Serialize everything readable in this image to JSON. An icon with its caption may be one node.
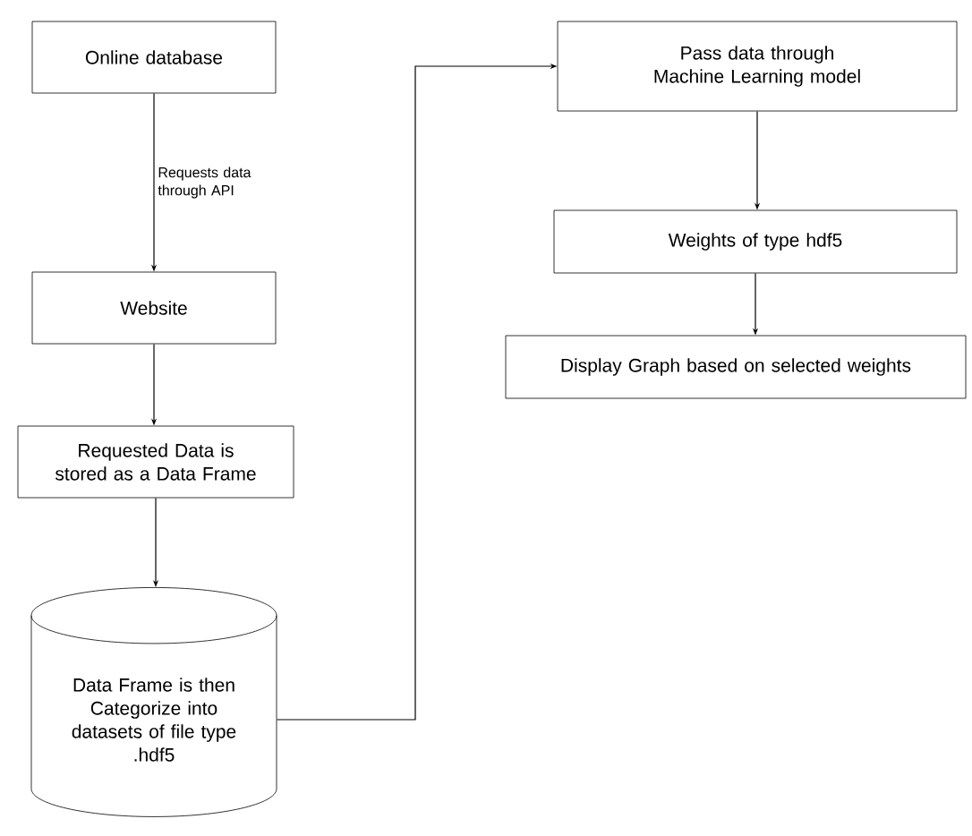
{
  "diagram": {
    "nodes": [
      {
        "text": [
          "Online database"
        ]
      },
      {
        "text": [
          "Website"
        ]
      },
      {
        "text": [
          "Requested Data is stored as a Data Frame"
        ]
      },
      {
        "text": [
          "Data Frame is then Categorize into datasets of file type .hdf5"
        ]
      },
      {
        "text": [
          "Pass data through Machine Learning model"
        ]
      },
      {
        "text": [
          "Weights of type hdf5"
        ]
      },
      {
        "text": [
          "Display Graph based on selected weights"
        ]
      }
    ],
    "edges": [
      {
        "from": 0,
        "to": 1,
        "arrow": "to",
        "label": "Requests data through API"
      },
      {
        "from": 1,
        "to": 2,
        "arrow": "to"
      },
      {
        "from": 2,
        "to": 3,
        "arrow": "to"
      },
      {
        "from": 3,
        "to": 4,
        "arrow": "to"
      },
      {
        "from": 4,
        "to": 5,
        "arrow": "to"
      },
      {
        "from": 5,
        "to": 6,
        "arrow": "to"
      }
    ]
  }
}
